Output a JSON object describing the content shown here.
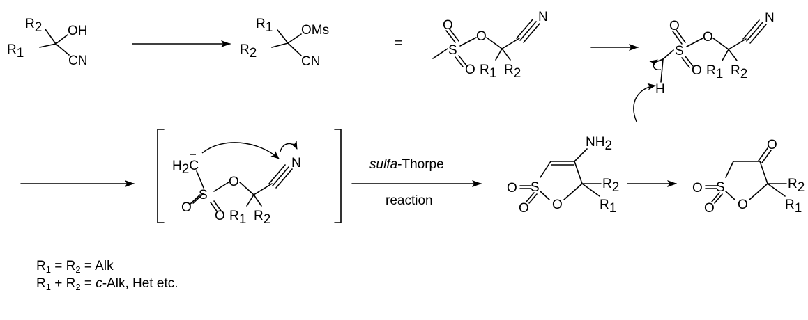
{
  "atoms": {
    "r1": "R",
    "r1_sub": "1",
    "r2": "R",
    "r2_sub": "2",
    "oh": "OH",
    "cn": "CN",
    "oms": "OMs",
    "o": "O",
    "s": "S",
    "n": "N",
    "h": "H",
    "h2c": "H",
    "h2c_sub": "2",
    "c": "C",
    "nh2": "NH",
    "nh2_sub": "2"
  },
  "equals_sign": "=",
  "arrow_label": {
    "line1_italic": "sulfa",
    "line1_rest": "-Thorpe",
    "line2": "reaction"
  },
  "legend": {
    "line1": {
      "a": "R",
      "a_sub": "1",
      "eq1": " = R",
      "b_sub": "2",
      "rest": " = Alk"
    },
    "line2": {
      "a": "R",
      "a_sub": "1",
      "plus": " + R",
      "b_sub": "2",
      "eq": " = ",
      "italic": "c",
      "rest": "-Alk, Het etc."
    }
  }
}
